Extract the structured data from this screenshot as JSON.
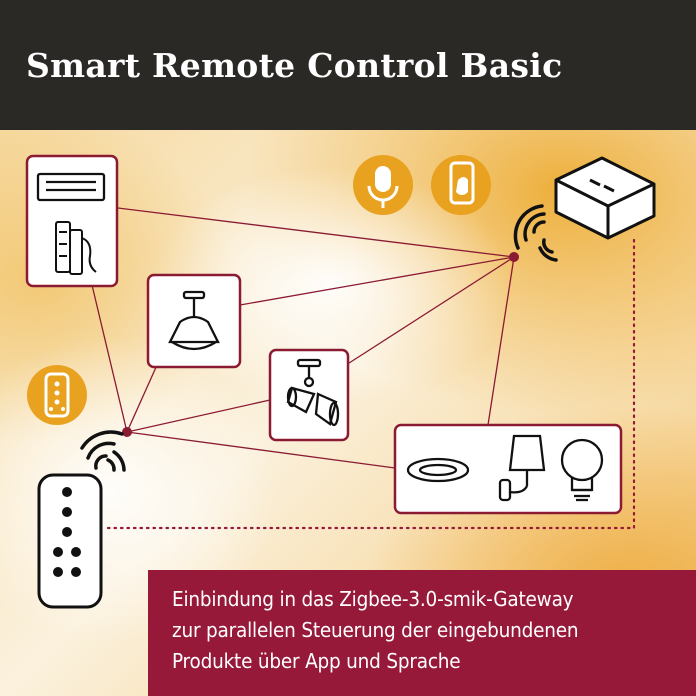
{
  "title": "Smart Remote Control Basic",
  "caption": {
    "line1": "Einbindung in das Zigbee-3.0-smik-Gateway",
    "line2": "zur parallelen Steuerung der eingebundenen",
    "line3": "Produkte über App und Sprache"
  },
  "colors": {
    "header_bg": "#2b2926",
    "accent": "#97193a",
    "icon_orange": "#e8a21f",
    "line": "#8b1a33"
  },
  "icons": [
    "ceiling-panel-icon",
    "light-strip-icon",
    "pendant-lamp-icon",
    "spotlight-icon",
    "recessed-light-icon",
    "wall-lamp-icon",
    "bulb-icon",
    "microphone-icon",
    "smartphone-app-icon",
    "remote-icon",
    "gateway-icon",
    "wireless-signal-icon"
  ]
}
